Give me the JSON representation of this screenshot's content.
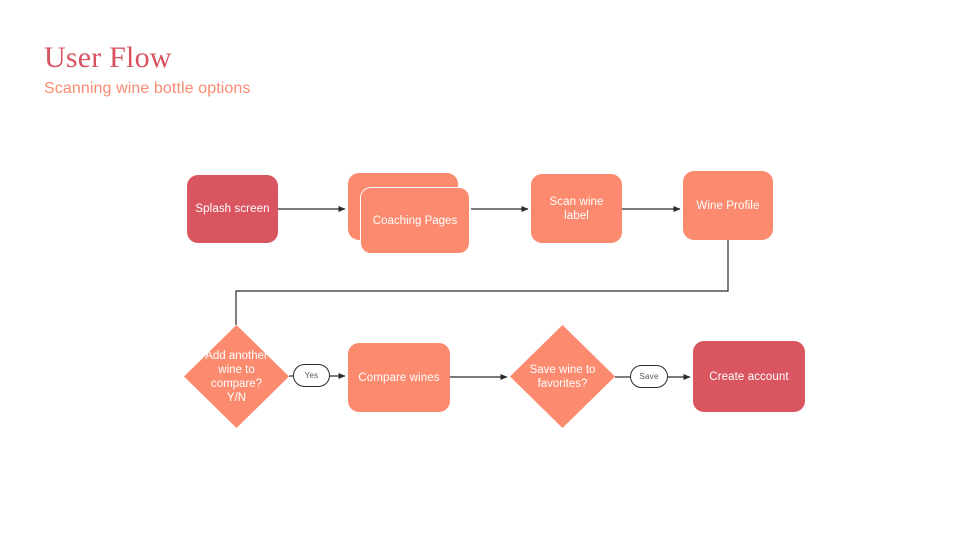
{
  "header": {
    "title": "User Flow",
    "subtitle": "Scanning wine bottle options"
  },
  "colors": {
    "background": "#ffffff",
    "title": "#d9525f",
    "subtitle": "#fa8a70",
    "node_rose": "#d9555f",
    "node_salmon": "#fb8a6e",
    "connector": "#2b2b2b",
    "node_text": "#ffffff",
    "pill_text": "#555555"
  },
  "flow": {
    "nodes": [
      {
        "id": "splash",
        "label": "Splash screen",
        "shape": "rounded-rect",
        "color": "#d9555f"
      },
      {
        "id": "coaching",
        "label": "Coaching Pages",
        "shape": "stacked-cards",
        "color": "#fb8a6e"
      },
      {
        "id": "scan",
        "label": "Scan wine\nlabel",
        "shape": "rounded-rect",
        "color": "#fb8a6e"
      },
      {
        "id": "profile",
        "label": "Wine Profile",
        "shape": "rounded-rect",
        "color": "#fb8a6e"
      },
      {
        "id": "add-another",
        "label": "Add another\nwine to\ncompare?\nY/N",
        "shape": "diamond",
        "color": "#fb8a6e"
      },
      {
        "id": "compare",
        "label": "Compare wines",
        "shape": "rounded-rect",
        "color": "#fb8a6e"
      },
      {
        "id": "save-favorites",
        "label": "Save wine to\nfavorites?",
        "shape": "diamond",
        "color": "#fb8a6e"
      },
      {
        "id": "create-account",
        "label": "Create account",
        "shape": "rounded-rect",
        "color": "#d9555f"
      }
    ],
    "edge_labels": [
      {
        "id": "yes",
        "label": "Yes",
        "from": "add-another",
        "to": "compare"
      },
      {
        "id": "save",
        "label": "Save",
        "from": "save-favorites",
        "to": "create-account"
      }
    ]
  }
}
